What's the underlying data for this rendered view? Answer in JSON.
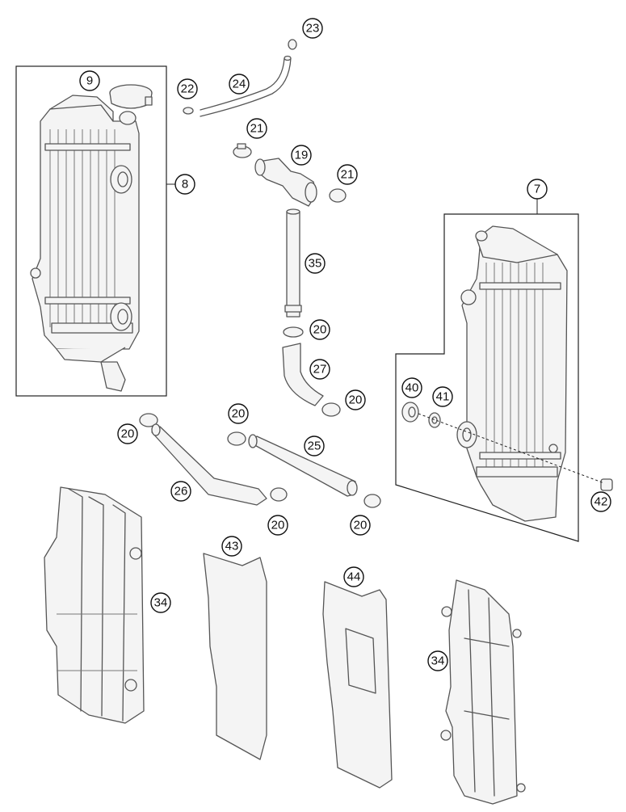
{
  "callouts": [
    {
      "id": "c23",
      "label": "23"
    },
    {
      "id": "c9",
      "label": "9"
    },
    {
      "id": "c22",
      "label": "22"
    },
    {
      "id": "c24",
      "label": "24"
    },
    {
      "id": "c21a",
      "label": "21"
    },
    {
      "id": "c19",
      "label": "19"
    },
    {
      "id": "c21b",
      "label": "21"
    },
    {
      "id": "c8",
      "label": "8"
    },
    {
      "id": "c7",
      "label": "7"
    },
    {
      "id": "c35",
      "label": "35"
    },
    {
      "id": "c20a",
      "label": "20"
    },
    {
      "id": "c27",
      "label": "27"
    },
    {
      "id": "c20b",
      "label": "20"
    },
    {
      "id": "c40",
      "label": "40"
    },
    {
      "id": "c41",
      "label": "41"
    },
    {
      "id": "c20c",
      "label": "20"
    },
    {
      "id": "c20d",
      "label": "20"
    },
    {
      "id": "c25",
      "label": "25"
    },
    {
      "id": "c26",
      "label": "26"
    },
    {
      "id": "c42",
      "label": "42"
    },
    {
      "id": "c20e",
      "label": "20"
    },
    {
      "id": "c20f",
      "label": "20"
    },
    {
      "id": "c43",
      "label": "43"
    },
    {
      "id": "c44",
      "label": "44"
    },
    {
      "id": "c34a",
      "label": "34"
    },
    {
      "id": "c34b",
      "label": "34"
    }
  ]
}
